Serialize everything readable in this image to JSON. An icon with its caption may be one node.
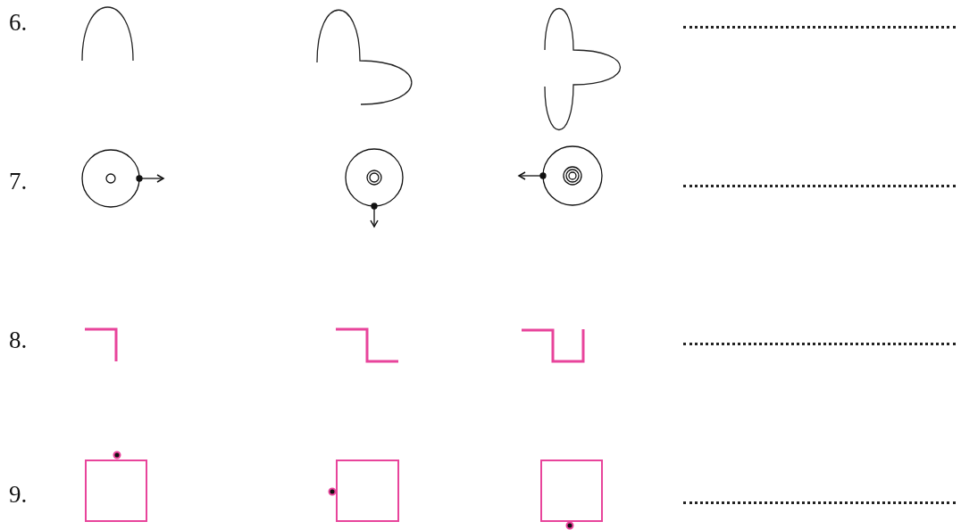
{
  "diagram": {
    "labels": [
      "6.",
      "7.",
      "8.",
      "9."
    ]
  }
}
